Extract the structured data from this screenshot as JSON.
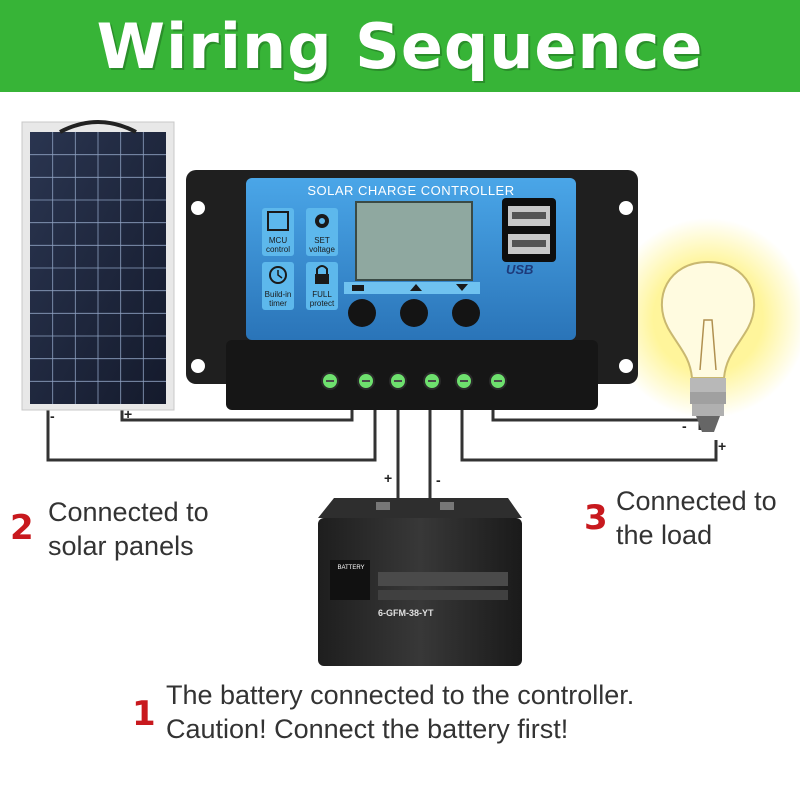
{
  "header": {
    "title": "Wiring Sequence"
  },
  "controller": {
    "title": "SOLAR CHARGE CONTROLLER",
    "keys": [
      {
        "icon": "chip-icon",
        "line1": "MCU",
        "line2": "control"
      },
      {
        "icon": "gear-icon",
        "line1": "SET",
        "line2": "voltage"
      },
      {
        "icon": "clock-icon",
        "line1": "Build-in",
        "line2": "timer"
      },
      {
        "icon": "lock-icon",
        "line1": "FULL",
        "line2": "protect"
      }
    ],
    "usb_label": "USB",
    "buttons": [
      {
        "icon": "menu-icon"
      },
      {
        "icon": "triangle-up-icon"
      },
      {
        "icon": "triangle-down-icon"
      }
    ]
  },
  "battery": {
    "brand": "BATTERY",
    "model": "6-GFM-38-YT"
  },
  "steps": [
    {
      "number": "1",
      "line1": "The battery connected to the controller.",
      "line2": "Caution! Connect the battery first!"
    },
    {
      "number": "2",
      "line1": "Connected to",
      "line2": "solar panels"
    },
    {
      "number": "3",
      "line1": "Connected to",
      "line2": "the load"
    }
  ],
  "polarity": {
    "panel_neg": "-",
    "panel_pos": "+",
    "battery_pos": "+",
    "battery_neg": "-",
    "load_neg": "-",
    "load_pos": "+"
  },
  "colors": {
    "banner": "#37b437",
    "step_number": "#c8191e",
    "controller_face": "#3a8fd4",
    "controller_body": "#1f1f1f",
    "lcd": "#8fa8a0",
    "battery_body": "#2b2b2b",
    "bulb_glow": "#fff27a",
    "wire": "#333333"
  }
}
